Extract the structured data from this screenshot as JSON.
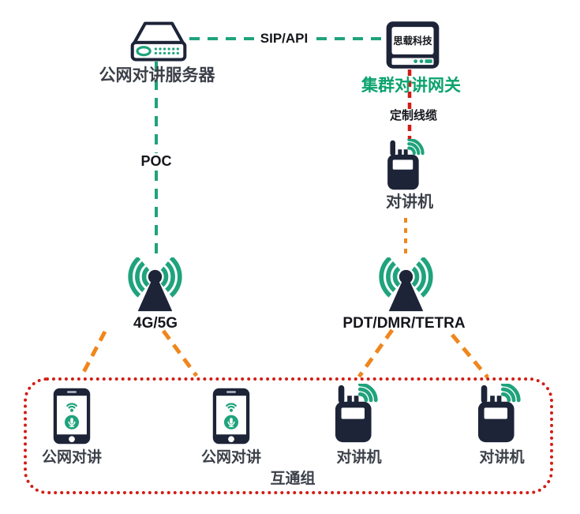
{
  "colors": {
    "teal": "#1fa37c",
    "green_text": "#0ba36e",
    "navy": "#1d2438",
    "orange": "#f0861c",
    "red": "#d21d15",
    "label_dark": "#3b4049",
    "label_black": "#14161b"
  },
  "nodes": {
    "server": {
      "label": "公网对讲服务器"
    },
    "gateway": {
      "screen_text": "思载科技",
      "label": "集群对讲网关",
      "cable_label": "定制线缆"
    },
    "trunking_radio": {
      "label": "对讲机"
    },
    "antenna_public": {
      "label": "4G/5G"
    },
    "antenna_trunking": {
      "label": "PDT/DMR/TETRA"
    },
    "interop_group": {
      "label": "互通组",
      "members": [
        {
          "type": "smartphone",
          "label": "公网对讲"
        },
        {
          "type": "smartphone",
          "label": "公网对讲"
        },
        {
          "type": "radio",
          "label": "对讲机"
        },
        {
          "type": "radio",
          "label": "对讲机"
        }
      ]
    }
  },
  "links": {
    "sip_api": {
      "label": "SIP/API"
    },
    "poc": {
      "label": "POC"
    }
  }
}
